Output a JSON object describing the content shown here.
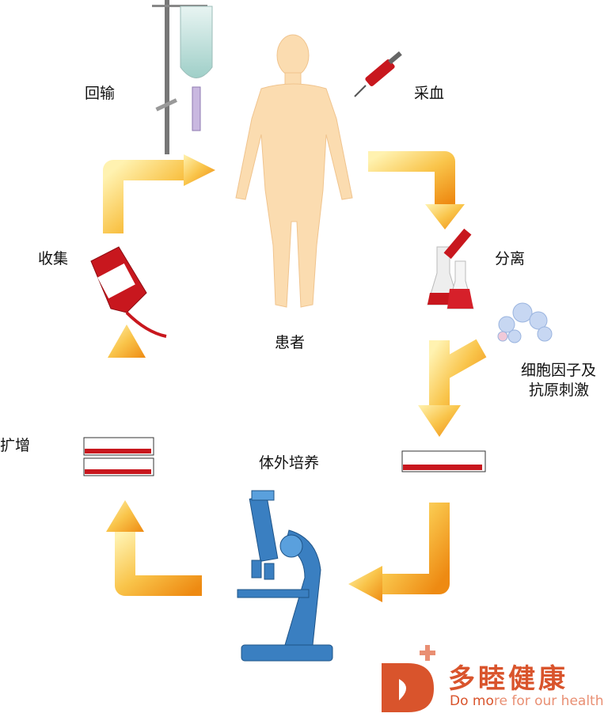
{
  "steps": {
    "patient": "患者",
    "blood_draw": "采血",
    "separation": "分离",
    "stimulation_line1": "细胞因子及",
    "stimulation_line2": "抗原刺激",
    "culture": "体外培养",
    "expansion": "扩增",
    "collection": "收集",
    "reinfusion": "回输"
  },
  "logo": {
    "cn": "多睦健康",
    "en_dark": "Do mo",
    "en_light": "re for our health"
  },
  "colors": {
    "arrow": "#f5a623",
    "blood": "#c8171e",
    "microscope": "#3a7fc1",
    "skin": "#fbdcb0",
    "brand": "#d9542c"
  }
}
